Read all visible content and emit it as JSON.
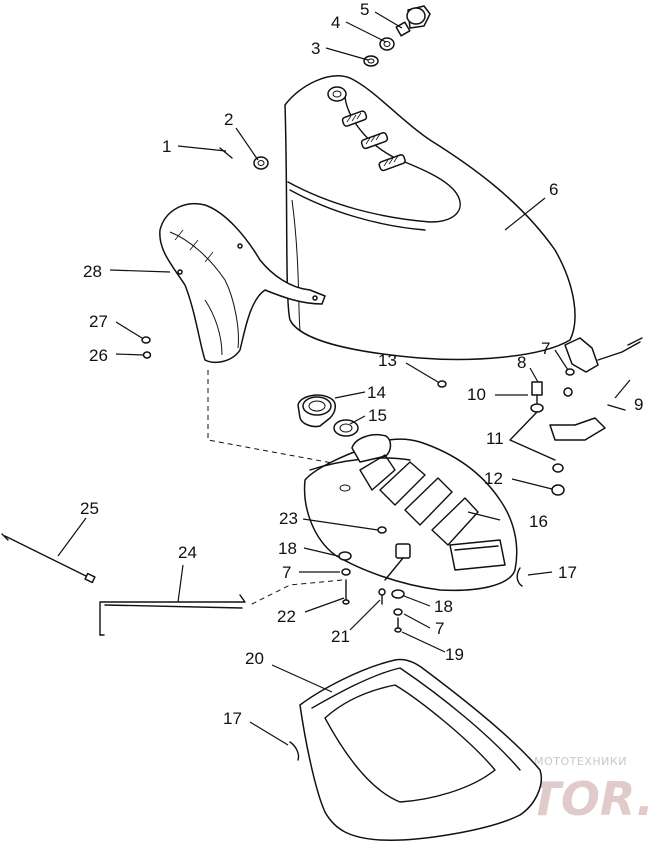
{
  "callouts": {
    "c1": "1",
    "c2": "2",
    "c3": "3",
    "c4": "4",
    "c5": "5",
    "c6": "6",
    "c7a": "7",
    "c7b": "7",
    "c7c": "7",
    "c8": "8",
    "c9": "9",
    "c10": "10",
    "c11": "11",
    "c12": "12",
    "c13": "13",
    "c14": "14",
    "c15": "15",
    "c16": "16",
    "c17a": "17",
    "c17b": "17",
    "c18a": "18",
    "c18b": "18",
    "c19": "19",
    "c20": "20",
    "c21": "21",
    "c22": "22",
    "c23": "23",
    "c24": "24",
    "c25": "25",
    "c26": "26",
    "c27": "27",
    "c28": "28"
  },
  "watermark": {
    "tagline": "ЗАПЧАСТИ И АКСЕССУАРЫ ДЛЯ МОТОТЕХНИКИ",
    "brand": "PARTSSTOR.RU"
  }
}
